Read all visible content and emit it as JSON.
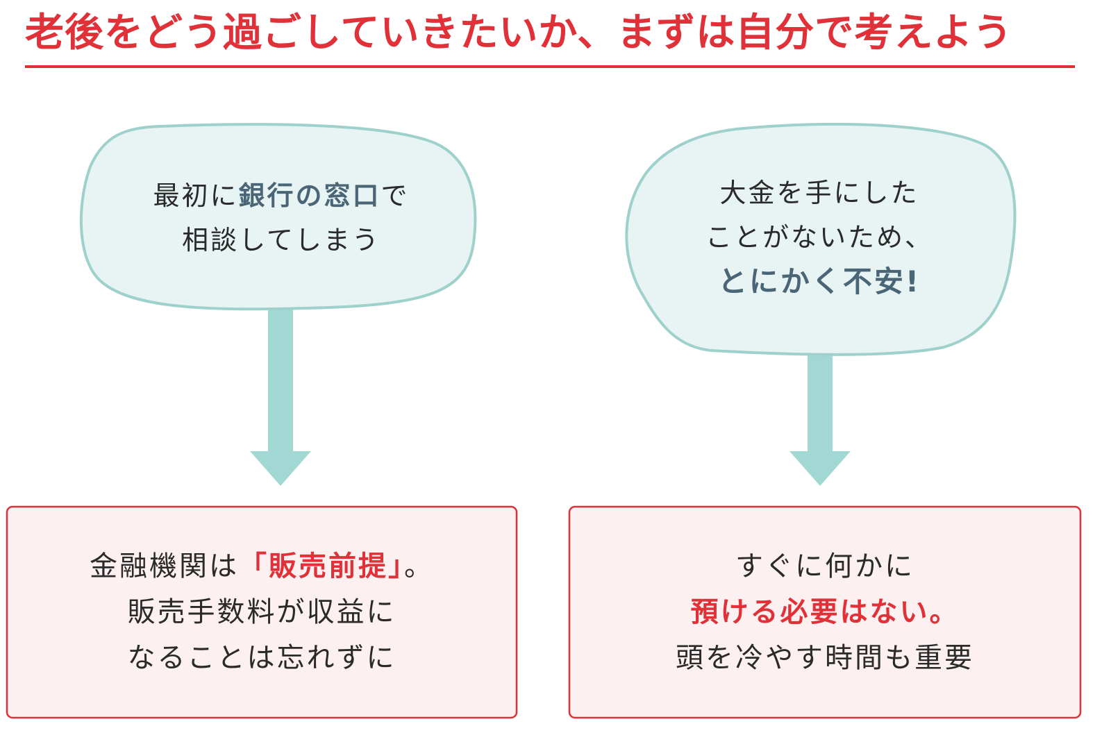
{
  "title": "老後をどう過ごしていきたいか、まずは自分で考えよう",
  "colors": {
    "accent_red": "#e03038",
    "bubble_fill": "#e8f4f3",
    "bubble_stroke": "#9ed1cc",
    "arrow": "#a2d8d3",
    "box_fill": "#fdf0f0",
    "emphasis_blue": "#4a6576"
  },
  "left": {
    "bubble": {
      "line1": {
        "before": "最初に",
        "highlight": "銀行の窓口",
        "after": "で"
      },
      "line2": "相談してしまう"
    },
    "box": {
      "line1": {
        "before": "金融機関は",
        "highlight": "「販売前提」",
        "after": "。"
      },
      "line2": "販売手数料が収益に",
      "line3": "なることは忘れずに"
    }
  },
  "right": {
    "bubble": {
      "line1": "大金を手にした",
      "line2": "ことがないため、",
      "line3": "とにかく不安!"
    },
    "box": {
      "line1": "すぐに何かに",
      "line2": "預ける必要はない。",
      "line3": "頭を冷やす時間も重要"
    }
  }
}
